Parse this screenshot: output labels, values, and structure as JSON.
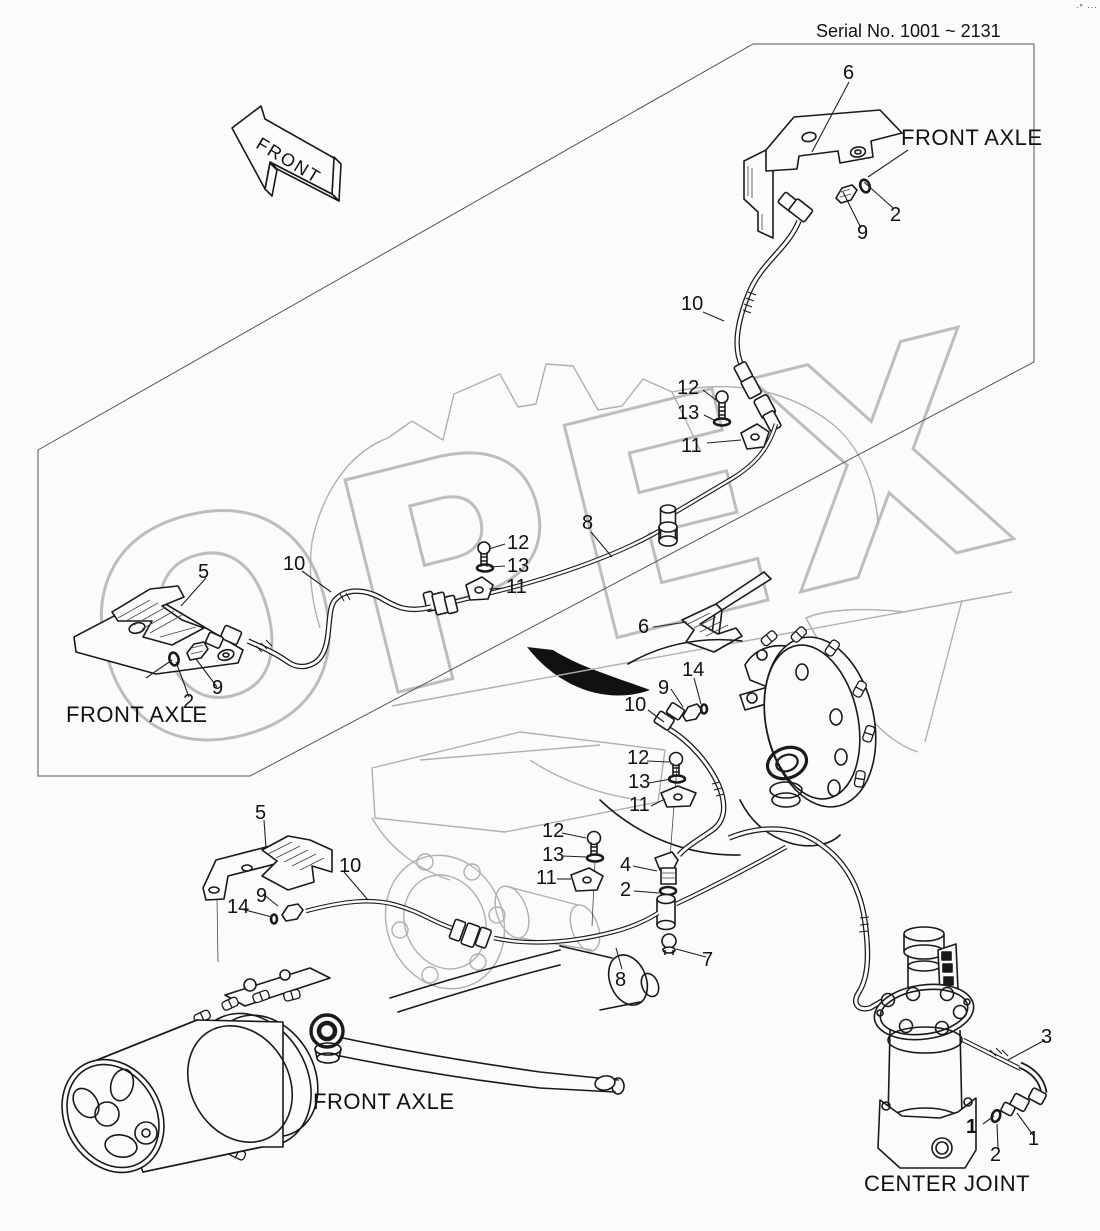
{
  "page": {
    "background": "#fbfbf9",
    "line_color": "#1a1a1a",
    "ghost_color": "#b0b0b0",
    "serial_note": "Serial No. 1001 ~ 2131",
    "corner_mark": "·° ···",
    "watermark": "OPEX"
  },
  "direction_arrow": {
    "label": "FRONT"
  },
  "labels": {
    "front_axle_top": "FRONT AXLE",
    "front_axle_left": "FRONT AXLE",
    "front_axle_bottom": "FRONT AXLE",
    "center_joint": "CENTER JOINT"
  },
  "callouts": {
    "c6a": "6",
    "c2a": "2",
    "c9a": "9",
    "c10a": "10",
    "c12a": "12",
    "c13a": "13",
    "c11a": "11",
    "c8a": "8",
    "c12b": "12",
    "c13b": "13",
    "c11b": "11",
    "c5a": "5",
    "c10b": "10",
    "c9b": "9",
    "c2b": "2",
    "c6b": "6",
    "c14a": "14",
    "c9c": "9",
    "c10c": "10",
    "c12c": "12",
    "c13c": "13",
    "c11c": "11",
    "c12d": "12",
    "c13d": "13",
    "c11d": "11",
    "c4": "4",
    "c2c": "2",
    "c7": "7",
    "c8b": "8",
    "c5b": "5",
    "c10d": "10",
    "c9d": "9",
    "c14b": "14",
    "c3": "3",
    "c1_bold": "1",
    "c1": "1",
    "c2d": "2"
  }
}
